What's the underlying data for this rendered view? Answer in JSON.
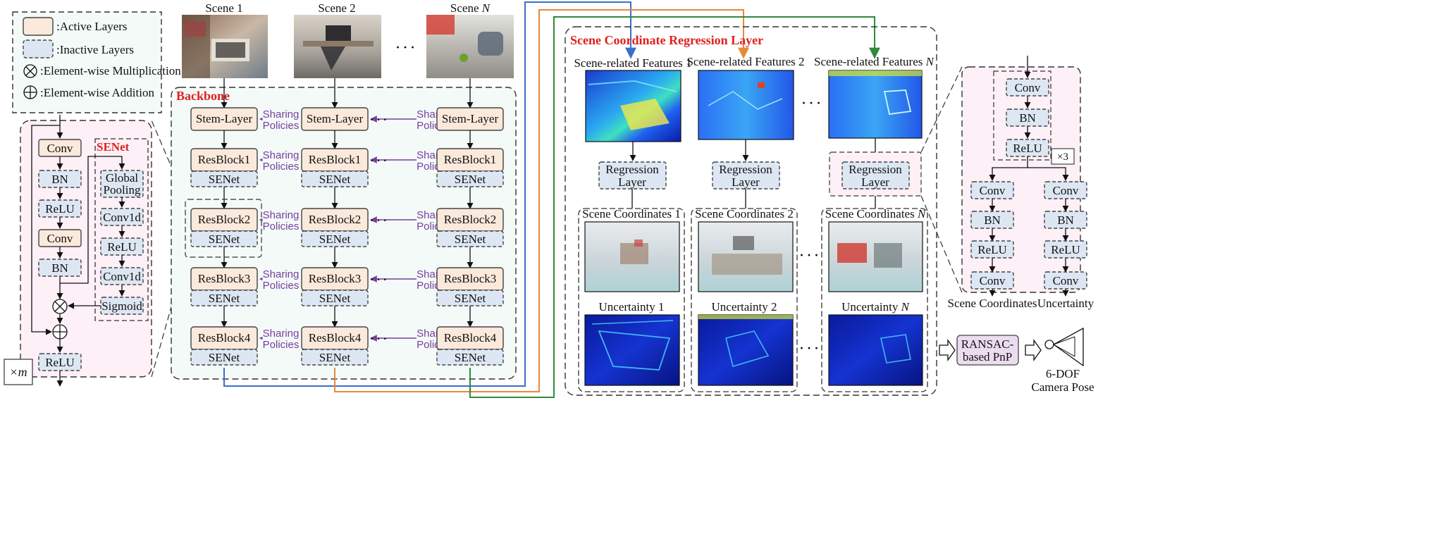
{
  "legend": {
    "active": ":Active Layers",
    "inactive": ":Inactive Layers",
    "mult": ":Element-wise Multiplication",
    "add": ":Element-wise Addition"
  },
  "block": {
    "conv": "Conv",
    "bn": "BN",
    "relu": "ReLU",
    "senet_title": "SENet",
    "global_pool_1": "Global",
    "global_pool_2": "Pooling",
    "conv1d": "Conv1d",
    "sigmoid": "Sigmoid",
    "repeat": "×m"
  },
  "scenes": {
    "s1": "Scene 1",
    "s2": "Scene 2",
    "sn": "Scene ",
    "n": "N",
    "ellipsis": "· · ·"
  },
  "backbone": {
    "title": "Backbone",
    "stem": "Stem-Layer",
    "res1": "ResBlock1",
    "res2": "ResBlock2",
    "res3": "ResBlock3",
    "res4": "ResBlock4",
    "senet": "SENet",
    "sharing_1": "Sharing",
    "sharing_2": "Policies"
  },
  "scr": {
    "title": "Scene Coordinate Regression  Layer",
    "features_1": "Scene-related Features 1",
    "features_2": "Scene-related Features 2",
    "features_n": "Scene-related Features ",
    "reg_1": "Regression",
    "reg_2": "Layer",
    "coords_1": "Scene Coordinates 1",
    "coords_2": "Scene Coordinates 2",
    "coords_n": "Scene Coordinates ",
    "unc_1": "Uncertainty 1",
    "unc_2": "Uncertainty 2",
    "unc_n": "Uncertainty ",
    "ellipsis": "· · ·"
  },
  "head": {
    "repeat": "×3",
    "scene_coords": "Scene Coordinates",
    "uncertainty": "Uncertainty"
  },
  "output": {
    "ransac_1": "RANSAC-",
    "ransac_2": "based PnP",
    "pose_1": "6-DOF",
    "pose_2": "Camera Pose"
  },
  "colors": {
    "active": "#fbe9db",
    "inactive": "#dde7f3",
    "panel_pink": "#fdf0f6",
    "panel_green": "#f3faf8",
    "accent_red": "#e02020",
    "sharing": "#7a3d9e",
    "line_blue": "#3b6fc9",
    "line_orange": "#e8893a",
    "line_green": "#2f8a3c"
  }
}
